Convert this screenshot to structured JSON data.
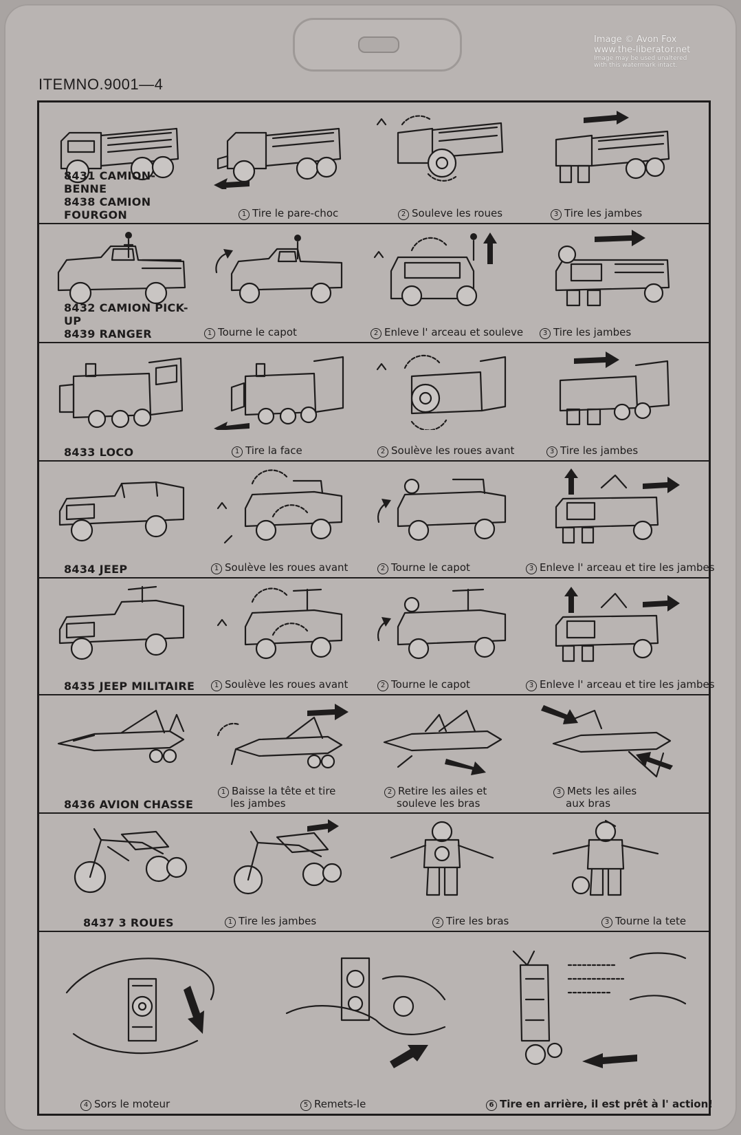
{
  "watermark": {
    "line1": "Image © Avon Fox",
    "line2": "www.the-liberator.net",
    "line3": "Image may be used unaltered",
    "line4": "with this watermark intact."
  },
  "item_no": "ITEMNO.9001—4",
  "rows": [
    {
      "name_lines": [
        "8431 CAMION-BENNE",
        "8438 CAMION FOURGON"
      ],
      "steps": [
        {
          "num": "1",
          "text": "Tire le pare-choc"
        },
        {
          "num": "2",
          "text": "Souleve les roues"
        },
        {
          "num": "3",
          "text": "Tire les jambes"
        }
      ]
    },
    {
      "name_lines": [
        "8432 CAMION PICK-UP",
        "8439 RANGER"
      ],
      "steps": [
        {
          "num": "1",
          "text": "Tourne le capot"
        },
        {
          "num": "2",
          "text": "Enleve l' arceau et souleve"
        },
        {
          "num": "3",
          "text": "Tire les jambes"
        }
      ]
    },
    {
      "name_lines": [
        "8433 LOCO"
      ],
      "steps": [
        {
          "num": "1",
          "text": "Tire la face"
        },
        {
          "num": "2",
          "text": "Soulève les roues avant"
        },
        {
          "num": "3",
          "text": "Tire les jambes"
        }
      ]
    },
    {
      "name_lines": [
        "8434 JEEP"
      ],
      "steps": [
        {
          "num": "1",
          "text": "Soulève les roues avant"
        },
        {
          "num": "2",
          "text": "Tourne le capot"
        },
        {
          "num": "3",
          "text": "Enleve l' arceau et tire les jambes"
        }
      ]
    },
    {
      "name_lines": [
        "8435 JEEP MILITAIRE"
      ],
      "steps": [
        {
          "num": "1",
          "text": "Soulève les roues avant"
        },
        {
          "num": "2",
          "text": "Tourne le capot"
        },
        {
          "num": "3",
          "text": "Enleve l' arceau et tire les jambes"
        }
      ]
    },
    {
      "name_lines": [
        "8436 AVION CHASSE"
      ],
      "steps": [
        {
          "num": "1",
          "text": "Baisse la tête et tire",
          "text2": "les jambes"
        },
        {
          "num": "2",
          "text": "Retire les ailes et",
          "text2": "souleve les bras"
        },
        {
          "num": "3",
          "text": "Mets les ailes",
          "text2": "aux bras"
        }
      ]
    },
    {
      "name_lines": [
        "8437 3 ROUES"
      ],
      "steps": [
        {
          "num": "1",
          "text": "Tire les jambes"
        },
        {
          "num": "2",
          "text": "Tire les bras"
        },
        {
          "num": "3",
          "text": "Tourne la tete"
        }
      ]
    },
    {
      "name_lines": [],
      "steps": [
        {
          "num": "4",
          "text": "Sors le moteur"
        },
        {
          "num": "5",
          "text": "Remets-le"
        },
        {
          "num": "6",
          "text": "Tire en arrière, il est prêt à l' action!"
        }
      ]
    }
  ]
}
